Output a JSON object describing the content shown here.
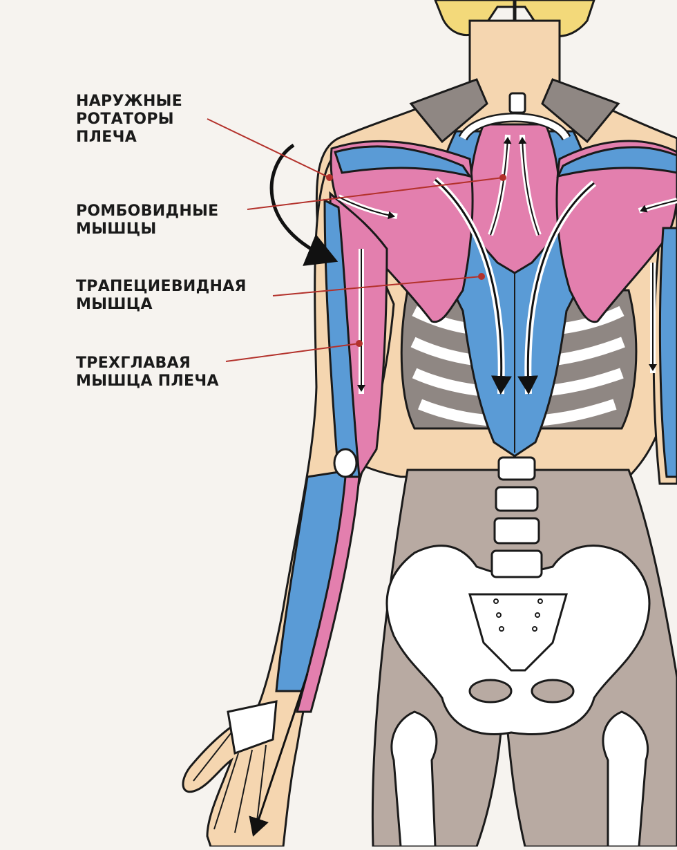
{
  "labels": {
    "rotators": {
      "line1": "НАРУЖНЫЕ",
      "line2": "РОТАТОРЫ",
      "line3": "ПЛЕЧА"
    },
    "rhomboid": {
      "line1": "РОМБОВИДНЫЕ",
      "line2": "МЫШЦЫ"
    },
    "trapezius": {
      "line1": "ТРАПЕЦИЕВИДНАЯ",
      "line2": "МЫШЦА"
    },
    "triceps": {
      "line1": "ТРЕХГЛАВАЯ",
      "line2": "МЫШЦА ПЛЕЧА"
    }
  },
  "colors": {
    "background": "#f6f3ef",
    "skin": "#f5d6b0",
    "muscle_pink": "#e37fae",
    "muscle_blue": "#5a9bd6",
    "bone": "#ffffff",
    "shorts": "#b8aaa2",
    "hair": "#f3d97a",
    "leader_line": "#b3312b",
    "outline": "#1a1a1a"
  }
}
